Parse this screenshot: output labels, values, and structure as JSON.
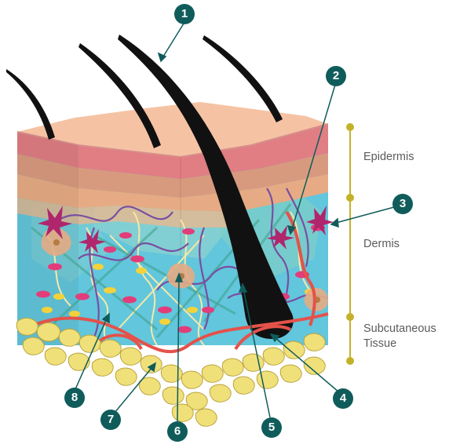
{
  "colors": {
    "marker": "#0f5c5b",
    "scale_bar": "#c4b12a",
    "label_text": "#5b5b5b",
    "skin_surface": "#f5c3a4",
    "dermis": "#62c6dc",
    "fat_cells": "#f0e07a",
    "hair": "#111111",
    "artery": "#e4524a",
    "nerve": "#7a4ea1"
  },
  "layers": {
    "epidermis": "Epidermis",
    "dermis": "Dermis",
    "subcutaneous_line1": "Subcutaneous",
    "subcutaneous_line2": "Tissue"
  },
  "markers": [
    "1",
    "2",
    "3",
    "4",
    "5",
    "6",
    "7",
    "8"
  ]
}
